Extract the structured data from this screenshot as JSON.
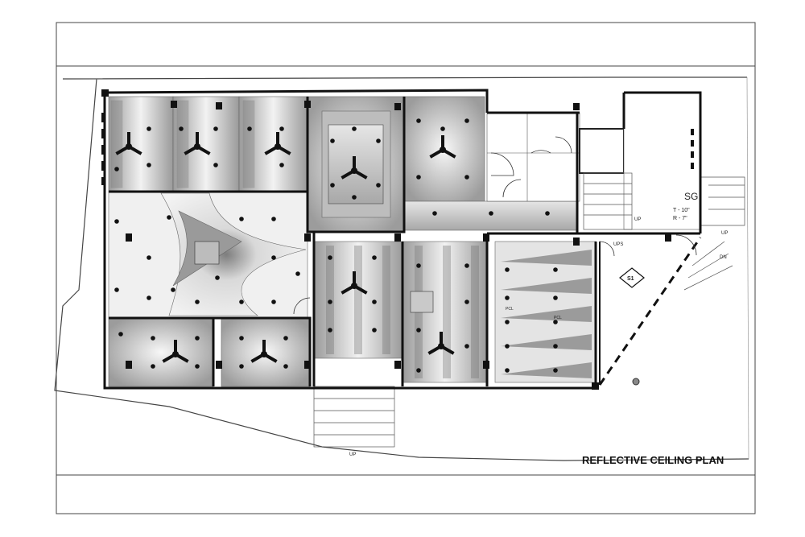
{
  "drawing": {
    "title": "REFLECTIVE CEILING PLAN",
    "room_sg": "SG",
    "tread": "T - 10\"",
    "riser": "R - 7\"",
    "labels": {
      "up_stair": "UP",
      "up_right": "UP",
      "dn_right": "DN",
      "up_bottom": "UP",
      "ups": "UPS",
      "pcl_1": "PCL",
      "pcl_2": "PCL",
      "section_mark": "S1"
    }
  },
  "colors": {
    "wall": "#111111",
    "ceiling_light": "#f4f4f4",
    "ceiling_dark": "#8e8e8e",
    "line": "#555555"
  }
}
